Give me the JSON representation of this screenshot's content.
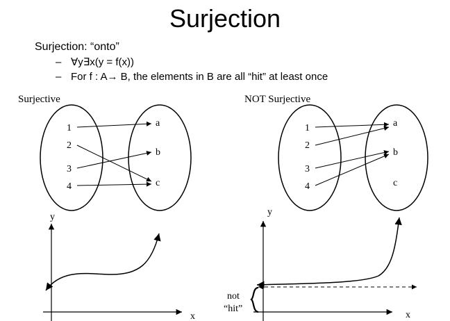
{
  "title": "Surjection",
  "bullets": {
    "main": "Surjection: “onto”",
    "sub": [
      {
        "dash": "–",
        "text": "∀y∃x(y = f(x))"
      },
      {
        "dash": "–",
        "text": "For f : A→ B, the elements in B are all “hit” at least once"
      }
    ]
  },
  "left_diagram": {
    "label": "Surjective",
    "domain": [
      "1",
      "2",
      "3",
      "4"
    ],
    "codomain": [
      "a",
      "b",
      "c"
    ],
    "mapping": [
      [
        "1",
        "a"
      ],
      [
        "2",
        "c"
      ],
      [
        "3",
        "b"
      ],
      [
        "4",
        "c"
      ]
    ]
  },
  "right_diagram": {
    "label": "NOT Surjective",
    "domain": [
      "1",
      "2",
      "3",
      "4"
    ],
    "codomain": [
      "a",
      "b",
      "c"
    ],
    "mapping": [
      [
        "1",
        "a"
      ],
      [
        "2",
        "a"
      ],
      [
        "3",
        "b"
      ],
      [
        "4",
        "b"
      ]
    ]
  },
  "left_graph": {
    "y_label": "y",
    "x_label": "x"
  },
  "right_graph": {
    "y_label": "y",
    "x_label": "x",
    "note_line1": "not",
    "note_line2": "“hit”"
  }
}
